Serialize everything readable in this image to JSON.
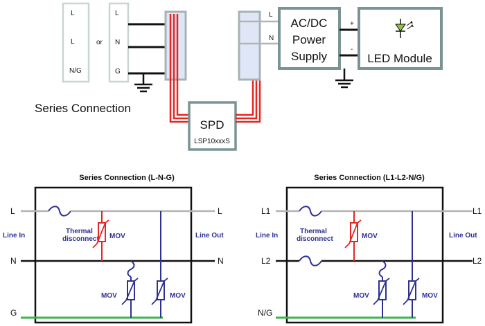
{
  "top": {
    "source_a_labels": [
      "L",
      "L",
      "N/G"
    ],
    "or_text": "or",
    "source_b_labels": [
      "L",
      "N",
      "G"
    ],
    "psu_terminal_l": "L",
    "psu_terminal_n": "N",
    "psu_lines": [
      "AC/DC",
      "Power",
      "Supply"
    ],
    "plus": "+",
    "minus": "-",
    "led_module": "LED Module",
    "caption": "Series Connection",
    "spd_title": "SPD",
    "spd_model": "LSP10xxxS"
  },
  "panel_left": {
    "title": "Series Connection (L-N-G)",
    "left_labels": [
      "L",
      "N",
      "G"
    ],
    "right_labels": [
      "L",
      "N"
    ],
    "line_in": "Line In",
    "line_out": "Line Out",
    "thermal": [
      "Thermal",
      "disconnect"
    ],
    "mov": "MOV"
  },
  "panel_right": {
    "title": "Series Connection (L1-L2-N/G)",
    "left_labels": [
      "L1",
      "L2",
      "N/G"
    ],
    "right_labels": [
      "L1",
      "L2"
    ],
    "line_in": "Line In",
    "line_out": "Line Out",
    "thermal": [
      "Thermal",
      "disconnect"
    ],
    "mov": "MOV"
  },
  "colors": {
    "box_border": "#7a9494",
    "terminal_fill": "#dfe6f7",
    "red_wire": "#e52521",
    "blue_wire": "#2e3192",
    "gray_wire": "#b3b3b3",
    "green_wire": "#39b54a",
    "led_green": "#8cc63f"
  }
}
